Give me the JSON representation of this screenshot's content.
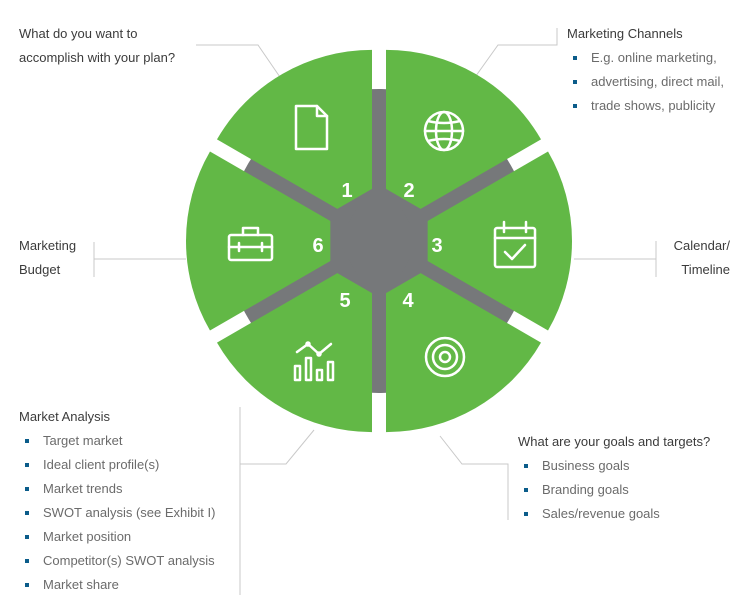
{
  "segments": [
    {
      "number": "1",
      "icon": "document-icon",
      "caption": "What do you want to accomplish with your plan?",
      "caption_lines": [
        "What do you want to",
        "accomplish with your plan?"
      ],
      "items": []
    },
    {
      "number": "2",
      "icon": "globe-icon",
      "caption": "Marketing Channels",
      "caption_lines": [
        "Marketing Channels"
      ],
      "items": [
        "E.g. online marketing,",
        "advertising, direct mail,",
        "trade shows, publicity"
      ]
    },
    {
      "number": "3",
      "icon": "calendar-icon",
      "caption": "Calendar/ Timeline",
      "caption_lines": [
        "Calendar/",
        "Timeline"
      ],
      "items": []
    },
    {
      "number": "4",
      "icon": "target-icon",
      "caption": "What are your goals and targets?",
      "caption_lines": [
        "What are your goals and targets?"
      ],
      "items": [
        "Business goals",
        "Branding goals",
        "Sales/revenue goals"
      ]
    },
    {
      "number": "5",
      "icon": "analytics-chart-icon",
      "caption": "Market Analysis",
      "caption_lines": [
        "Market Analysis"
      ],
      "items": [
        "Target market",
        "Ideal client profile(s)",
        "Market trends",
        "SWOT analysis (see Exhibit I)",
        "Market position",
        "Competitor(s) SWOT analysis",
        "Market share"
      ]
    },
    {
      "number": "6",
      "icon": "toolbox-icon",
      "caption": "Marketing Budget",
      "caption_lines": [
        "Marketing",
        "Budget"
      ],
      "items": []
    }
  ],
  "colors": {
    "segment": "#62b846",
    "hub": "#76787a",
    "leader": "#c9c9c9",
    "bullet": "#0b5c8a",
    "icon": "#ffffff"
  }
}
